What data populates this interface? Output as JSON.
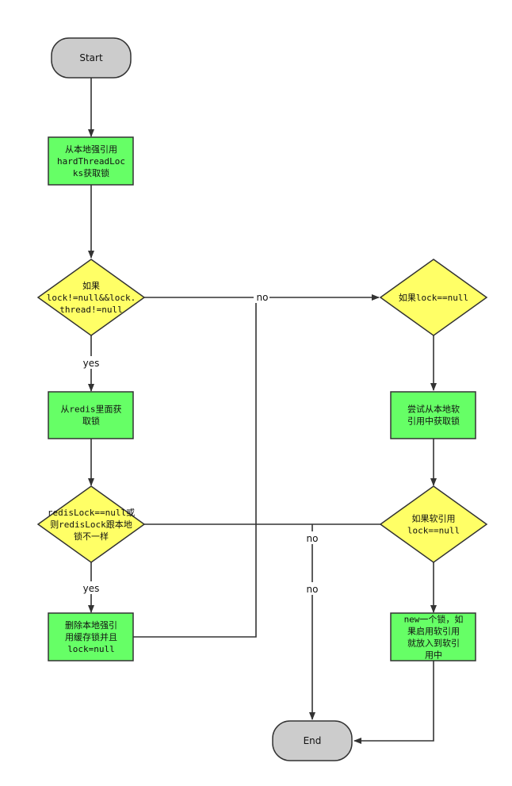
{
  "colors": {
    "process_fill": "#66ff66",
    "decision_fill": "#ffff66",
    "terminal_fill": "#cccccc",
    "stroke": "#333333"
  },
  "nodes": {
    "start": "Start",
    "end": "End",
    "get_hard": [
      "从本地强引用",
      "hardThreadLoc",
      "ks获取锁"
    ],
    "check_lock": [
      "如果",
      "lock!=null&&lock.",
      "thread!=null"
    ],
    "from_redis": [
      "从redis里面获",
      "取锁"
    ],
    "check_redis": [
      "redisLock==null或",
      "则redisLock跟本地",
      "锁不一样"
    ],
    "delete_local": [
      "删除本地强引",
      "用缓存锁并且",
      "lock=null"
    ],
    "check_null": [
      "如果lock==null"
    ],
    "try_soft": [
      "尝试从本地软",
      "引用中获取锁"
    ],
    "check_soft": [
      "如果软引用",
      "lock==null"
    ],
    "new_lock": [
      "new一个锁，如",
      "果启用软引用",
      "就放入到软引",
      "用中"
    ]
  },
  "edge_labels": {
    "no_top": "no",
    "yes_1": "yes",
    "yes_2": "yes",
    "no_mid": "no",
    "no_low": "no"
  }
}
